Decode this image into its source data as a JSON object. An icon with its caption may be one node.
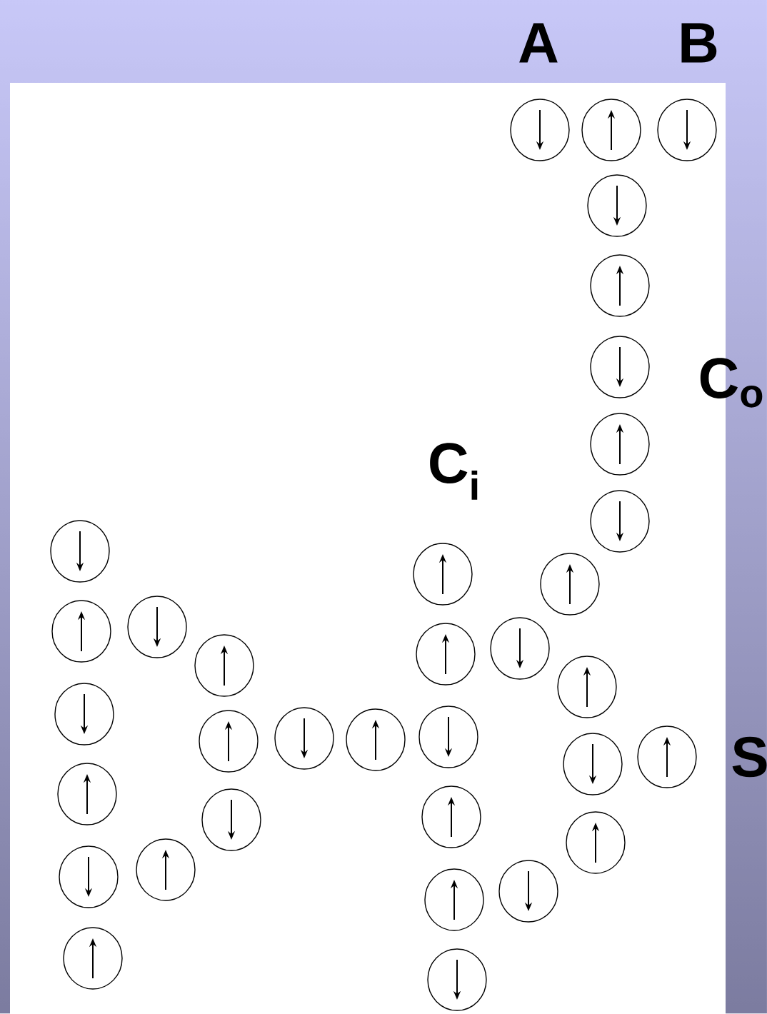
{
  "diagram": {
    "labels": [
      "A",
      "B",
      "C$_{o}$",
      "C$_{i}$",
      "S"
    ]
  }
}
